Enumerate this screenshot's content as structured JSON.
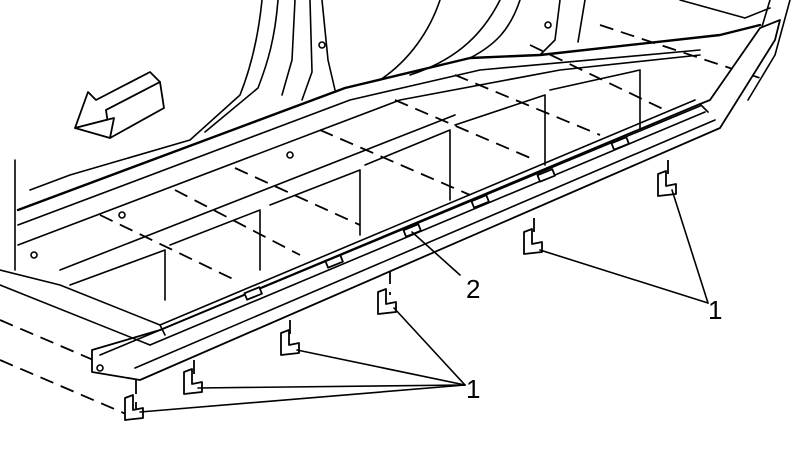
{
  "callouts": {
    "clips_right": "1",
    "clips_bottom": "1",
    "retainers": "2"
  },
  "colors": {
    "ink": "#000000",
    "paper": "#ffffff"
  },
  "icons": {
    "direction_arrow": "front-direction-arrow-icon"
  }
}
